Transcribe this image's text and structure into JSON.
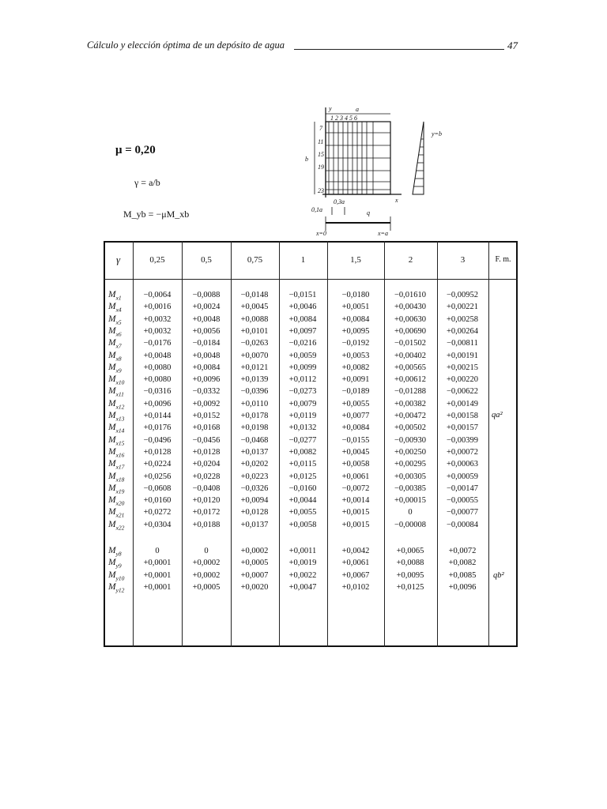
{
  "header": {
    "title": "Cálculo y elección óptima de un depósito de agua",
    "page_number": "47"
  },
  "formulas": {
    "mu": "μ = 0,20",
    "gamma": "γ = a/b",
    "myb": "M_yb = −μM_xb"
  },
  "diagram": {
    "top_numbers": "1 2 3 4 5 6",
    "row_numbers": [
      "7",
      "11",
      "15",
      "19",
      "23"
    ],
    "dim_a": "a",
    "dim_b": "b",
    "label_y": "y",
    "label_x": "x",
    "side_label": "y=b",
    "bottom_left": "0,1a",
    "bottom_mid": "0,3a",
    "bottom_q": "q",
    "x0_left": "x=0",
    "x0_right": "x=a"
  },
  "table": {
    "gamma_label": "γ",
    "columns": [
      "0,25",
      "0,5",
      "0,75",
      "1",
      "1,5",
      "2",
      "3"
    ],
    "fm_label": "F. m.",
    "fm_x": "qa²",
    "fm_y": "qb²",
    "rows_x": [
      {
        "sym": "M",
        "sub": "x1",
        "values": [
          "−0,0064",
          "−0,0088",
          "−0,0148",
          "−0,0151",
          "−0,0180",
          "−0,01610",
          "−0,00952"
        ]
      },
      {
        "sym": "M",
        "sub": "x4",
        "values": [
          "+0,0016",
          "+0,0024",
          "+0,0045",
          "+0,0046",
          "+0,0051",
          "+0,00430",
          "+0,00221"
        ]
      },
      {
        "sym": "M",
        "sub": "x5",
        "values": [
          "+0,0032",
          "+0,0048",
          "+0,0088",
          "+0,0084",
          "+0,0084",
          "+0,00630",
          "+0,00258"
        ]
      },
      {
        "sym": "M",
        "sub": "x6",
        "values": [
          "+0,0032",
          "+0,0056",
          "+0,0101",
          "+0,0097",
          "+0,0095",
          "+0,00690",
          "+0,00264"
        ]
      },
      {
        "sym": "M",
        "sub": "x7",
        "values": [
          "−0,0176",
          "−0,0184",
          "−0,0263",
          "−0,0216",
          "−0,0192",
          "−0,01502",
          "−0,00811"
        ]
      },
      {
        "sym": "M",
        "sub": "x8",
        "values": [
          "+0,0048",
          "+0,0048",
          "+0,0070",
          "+0,0059",
          "+0,0053",
          "+0,00402",
          "+0,00191"
        ]
      },
      {
        "sym": "M",
        "sub": "x9",
        "values": [
          "+0,0080",
          "+0,0084",
          "+0,0121",
          "+0,0099",
          "+0,0082",
          "+0,00565",
          "+0,00215"
        ]
      },
      {
        "sym": "M",
        "sub": "x10",
        "values": [
          "+0,0080",
          "+0,0096",
          "+0,0139",
          "+0,0112",
          "+0,0091",
          "+0,00612",
          "+0,00220"
        ]
      },
      {
        "sym": "M",
        "sub": "x11",
        "values": [
          "−0,0316",
          "−0,0332",
          "−0,0396",
          "−0,0273",
          "−0,0189",
          "−0,01288",
          "−0,00622"
        ]
      },
      {
        "sym": "M",
        "sub": "x12",
        "values": [
          "+0,0096",
          "+0,0092",
          "+0,0110",
          "+0,0079",
          "+0,0055",
          "+0,00382",
          "+0,00149"
        ]
      },
      {
        "sym": "M",
        "sub": "x13",
        "values": [
          "+0,0144",
          "+0,0152",
          "+0,0178",
          "+0,0119",
          "+0,0077",
          "+0,00472",
          "+0,00158"
        ]
      },
      {
        "sym": "M",
        "sub": "x14",
        "values": [
          "+0,0176",
          "+0,0168",
          "+0,0198",
          "+0,0132",
          "+0,0084",
          "+0,00502",
          "+0,00157"
        ]
      },
      {
        "sym": "M",
        "sub": "x15",
        "values": [
          "−0,0496",
          "−0,0456",
          "−0,0468",
          "−0,0277",
          "−0,0155",
          "−0,00930",
          "−0,00399"
        ]
      },
      {
        "sym": "M",
        "sub": "x16",
        "values": [
          "+0,0128",
          "+0,0128",
          "+0,0137",
          "+0,0082",
          "+0,0045",
          "+0,00250",
          "+0,00072"
        ]
      },
      {
        "sym": "M",
        "sub": "x17",
        "values": [
          "+0,0224",
          "+0,0204",
          "+0,0202",
          "+0,0115",
          "+0,0058",
          "+0,00295",
          "+0,00063"
        ]
      },
      {
        "sym": "M",
        "sub": "x18",
        "values": [
          "+0,0256",
          "+0,0228",
          "+0,0223",
          "+0,0125",
          "+0,0061",
          "+0,00305",
          "+0,00059"
        ]
      },
      {
        "sym": "M",
        "sub": "x19",
        "values": [
          "−0,0608",
          "−0,0408",
          "−0,0326",
          "−0,0160",
          "−0,0072",
          "−0,00385",
          "−0,00147"
        ]
      },
      {
        "sym": "M",
        "sub": "x20",
        "values": [
          "+0,0160",
          "+0,0120",
          "+0,0094",
          "+0,0044",
          "+0,0014",
          "+0,00015",
          "−0,00055"
        ]
      },
      {
        "sym": "M",
        "sub": "x21",
        "values": [
          "+0,0272",
          "+0,0172",
          "+0,0128",
          "+0,0055",
          "+0,0015",
          "0",
          "−0,00077"
        ]
      },
      {
        "sym": "M",
        "sub": "x22",
        "values": [
          "+0,0304",
          "+0,0188",
          "+0,0137",
          "+0,0058",
          "+0,0015",
          "−0,00008",
          "−0,00084"
        ]
      }
    ],
    "rows_y": [
      {
        "sym": "M",
        "sub": "y8",
        "values": [
          "0",
          "0",
          "+0,0002",
          "+0,0011",
          "+0,0042",
          "+0,0065",
          "+0,0072"
        ]
      },
      {
        "sym": "M",
        "sub": "y9",
        "values": [
          "+0,0001",
          "+0,0002",
          "+0,0005",
          "+0,0019",
          "+0,0061",
          "+0,0088",
          "+0,0082"
        ]
      },
      {
        "sym": "M",
        "sub": "y10",
        "values": [
          "+0,0001",
          "+0,0002",
          "+0,0007",
          "+0,0022",
          "+0,0067",
          "+0,0095",
          "+0,0085"
        ]
      },
      {
        "sym": "M",
        "sub": "y12",
        "values": [
          "+0,0001",
          "+0,0005",
          "+0,0020",
          "+0,0047",
          "+0,0102",
          "+0,0125",
          "+0,0096"
        ]
      }
    ]
  }
}
